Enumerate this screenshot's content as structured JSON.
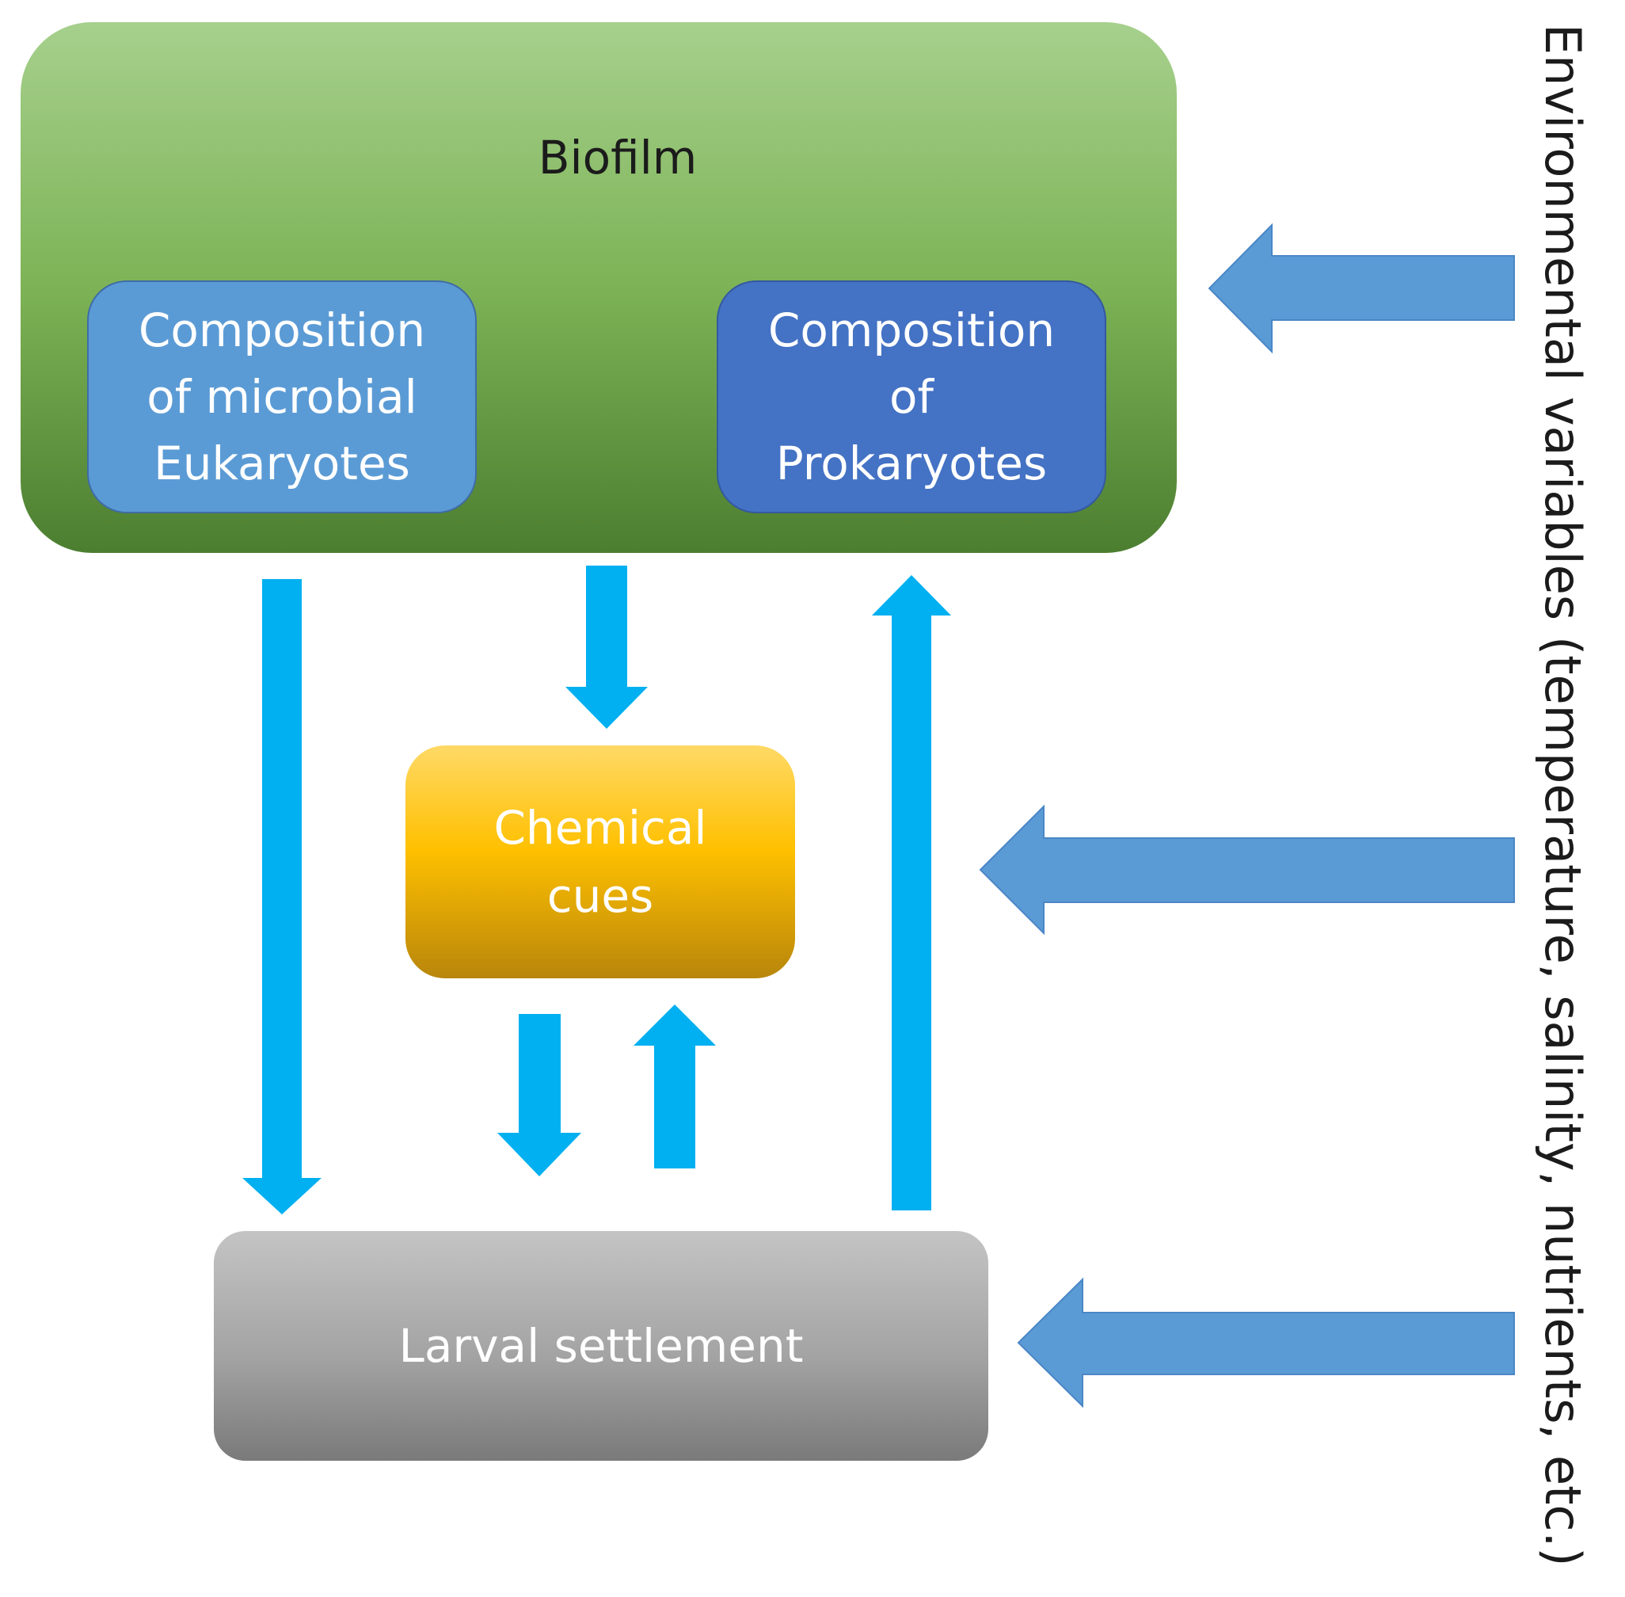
{
  "diagram": {
    "biofilm": {
      "title": "Biofilm"
    },
    "eukaryotes": {
      "label": "Composition\nof microbial\nEukaryotes"
    },
    "prokaryotes": {
      "label": "Composition\nof\nProkaryotes"
    },
    "chemical_cues": {
      "label": "Chemical\ncues"
    },
    "larval_settlement": {
      "label": "Larval settlement"
    },
    "environment": {
      "label": "Environmental variables (temperature, salinity, nutrients, etc.)"
    }
  },
  "colors": {
    "flow_arrow": "#00b0f0",
    "environment_arrow": "#5b9bd5",
    "biofilm_green": "#7db356",
    "eukaryotes_blue": "#5b9bd5",
    "prokaryotes_blue": "#4472c4",
    "chemical_gold": "#ffc000",
    "larval_gray": "#a3a3a3"
  }
}
